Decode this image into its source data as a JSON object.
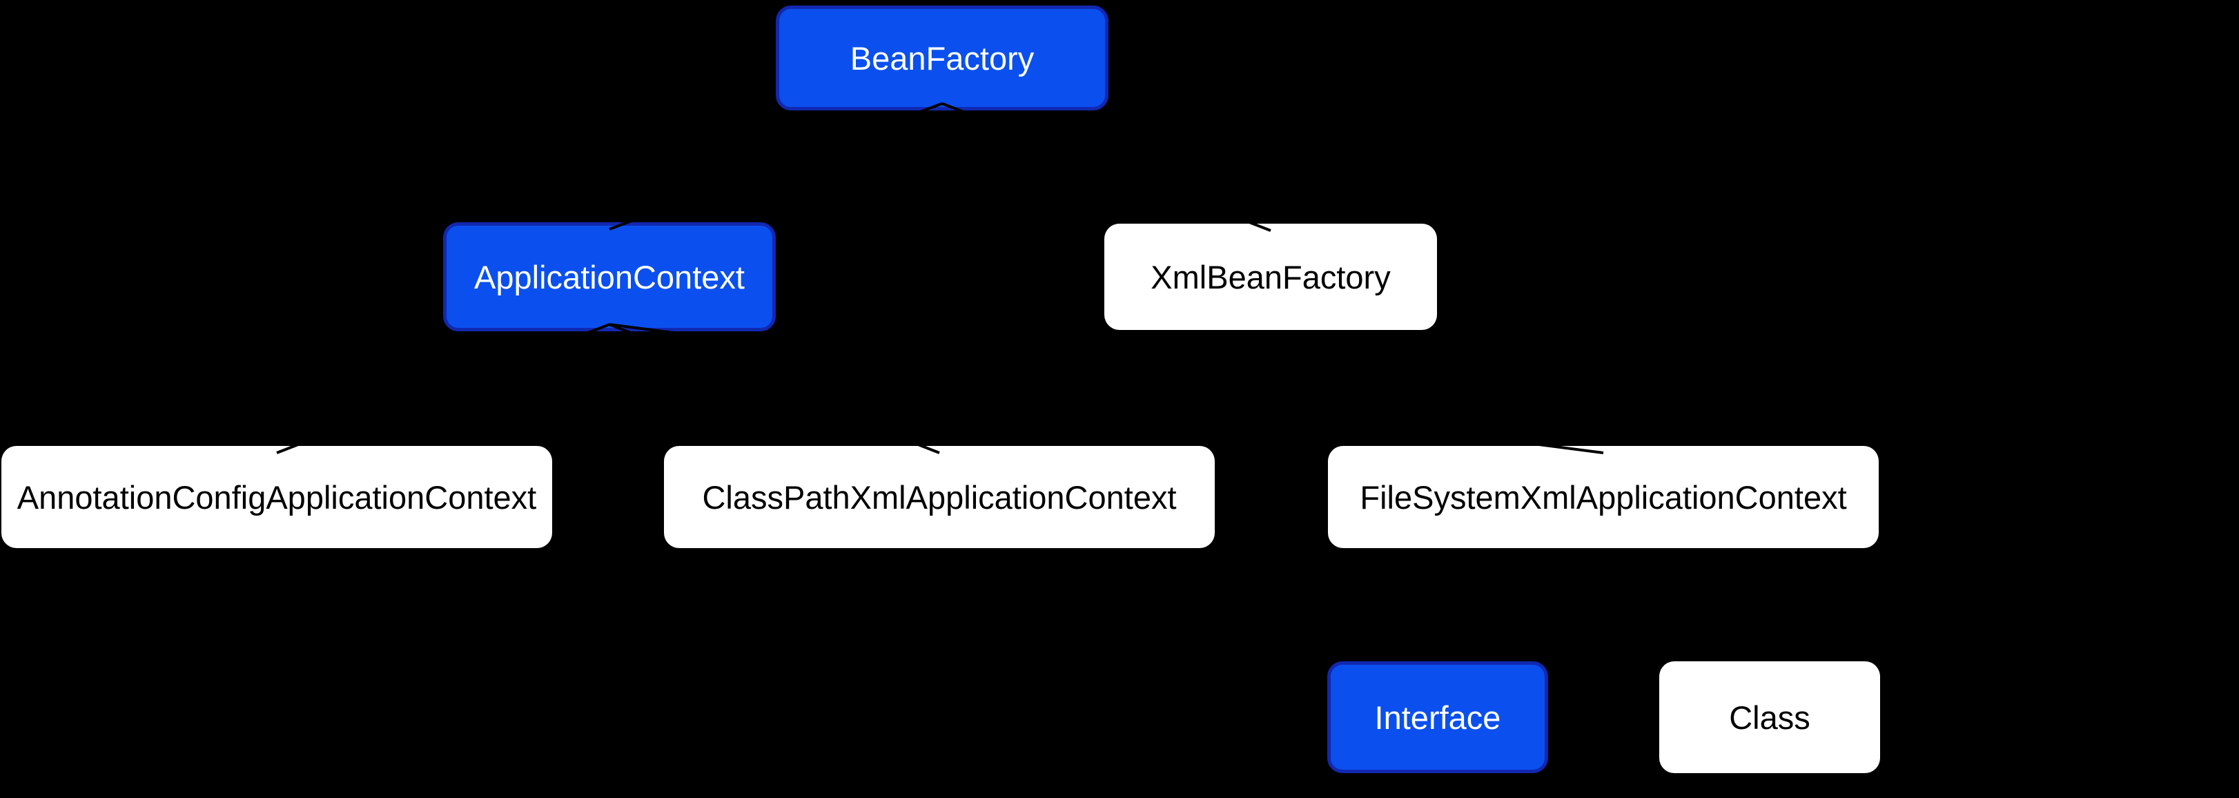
{
  "nodes": {
    "beanfactory": {
      "label": "BeanFactory",
      "type": "interface"
    },
    "applicationcontext": {
      "label": "ApplicationContext",
      "type": "interface"
    },
    "xmlbeanfactory": {
      "label": "XmlBeanFactory",
      "type": "class"
    },
    "annotationconfig": {
      "label": "AnnotationConfigApplicationContext",
      "type": "class"
    },
    "classpathxml": {
      "label": "ClassPathXmlApplicationContext",
      "type": "class"
    },
    "filesystemxml": {
      "label": "FileSystemXmlApplicationContext",
      "type": "class"
    }
  },
  "edges": [
    {
      "from": "beanfactory",
      "to": "applicationcontext",
      "color": "#000000"
    },
    {
      "from": "beanfactory",
      "to": "xmlbeanfactory",
      "color": "#000000"
    },
    {
      "from": "applicationcontext",
      "to": "annotationconfig",
      "color": "#000000"
    },
    {
      "from": "applicationcontext",
      "to": "classpathxml",
      "color": "#000000"
    },
    {
      "from": "applicationcontext",
      "to": "filesystemxml",
      "color": "#000000"
    }
  ],
  "legend": {
    "interface_label": "Interface",
    "class_label": "Class"
  },
  "colors": {
    "background": "#000000",
    "interface_fill": "#0b50ee",
    "interface_border": "#1228b0",
    "interface_text": "#ffffff",
    "class_fill": "#ffffff",
    "class_text": "#000000",
    "edge": "#000000"
  }
}
